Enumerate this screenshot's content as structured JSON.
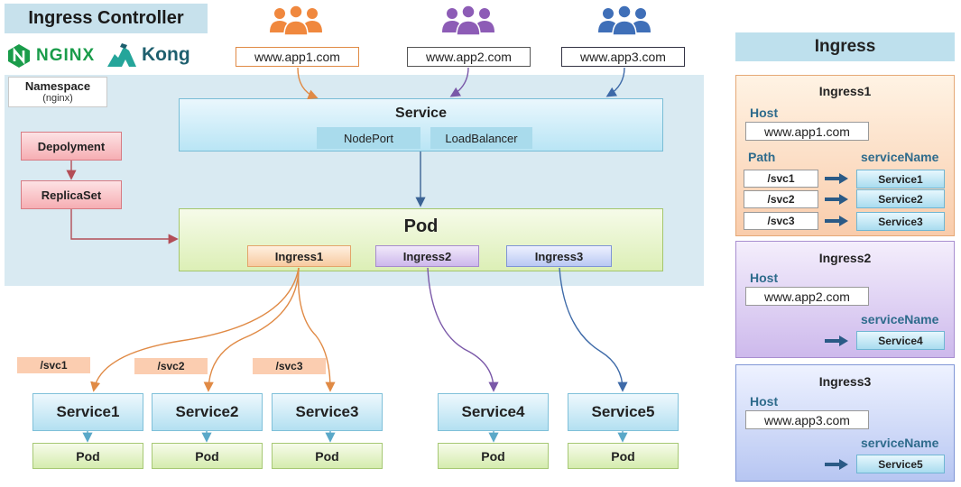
{
  "title": "Ingress Controller",
  "logos": {
    "nginx": "NGINX",
    "kong": "Kong"
  },
  "namespace": {
    "label": "Namespace",
    "name": "(nginx)"
  },
  "users": [
    {
      "url": "www.app1.com",
      "color": "#f0883e"
    },
    {
      "url": "www.app2.com",
      "color": "#8d5cb6"
    },
    {
      "url": "www.app3.com",
      "color": "#3f6fb8"
    }
  ],
  "service": {
    "title": "Service",
    "types": [
      "NodePort",
      "LoadBalancer"
    ]
  },
  "pod": {
    "title": "Pod",
    "ingresses": [
      "Ingress1",
      "Ingress2",
      "Ingress3"
    ]
  },
  "deployment": {
    "label": "Depolyment"
  },
  "replicaset": {
    "label": "ReplicaSet"
  },
  "paths": [
    "/svc1",
    "/svc2",
    "/svc3"
  ],
  "bottom_services": [
    "Service1",
    "Service2",
    "Service3",
    "Service4",
    "Service5"
  ],
  "bottom_pod_label": "Pod",
  "ingress_panel": {
    "header": "Ingress",
    "cards": [
      {
        "title": "Ingress1",
        "host_label": "Host",
        "host": "www.app1.com",
        "path_label": "Path",
        "service_label": "serviceName",
        "rules": [
          {
            "path": "/svc1",
            "service": "Service1"
          },
          {
            "path": "/svc2",
            "service": "Service2"
          },
          {
            "path": "/svc3",
            "service": "Service3"
          }
        ]
      },
      {
        "title": "Ingress2",
        "host_label": "Host",
        "host": "www.app2.com",
        "service_label": "serviceName",
        "service": "Service4"
      },
      {
        "title": "Ingress3",
        "host_label": "Host",
        "host": "www.app3.com",
        "service_label": "serviceName",
        "service": "Service5"
      }
    ]
  }
}
